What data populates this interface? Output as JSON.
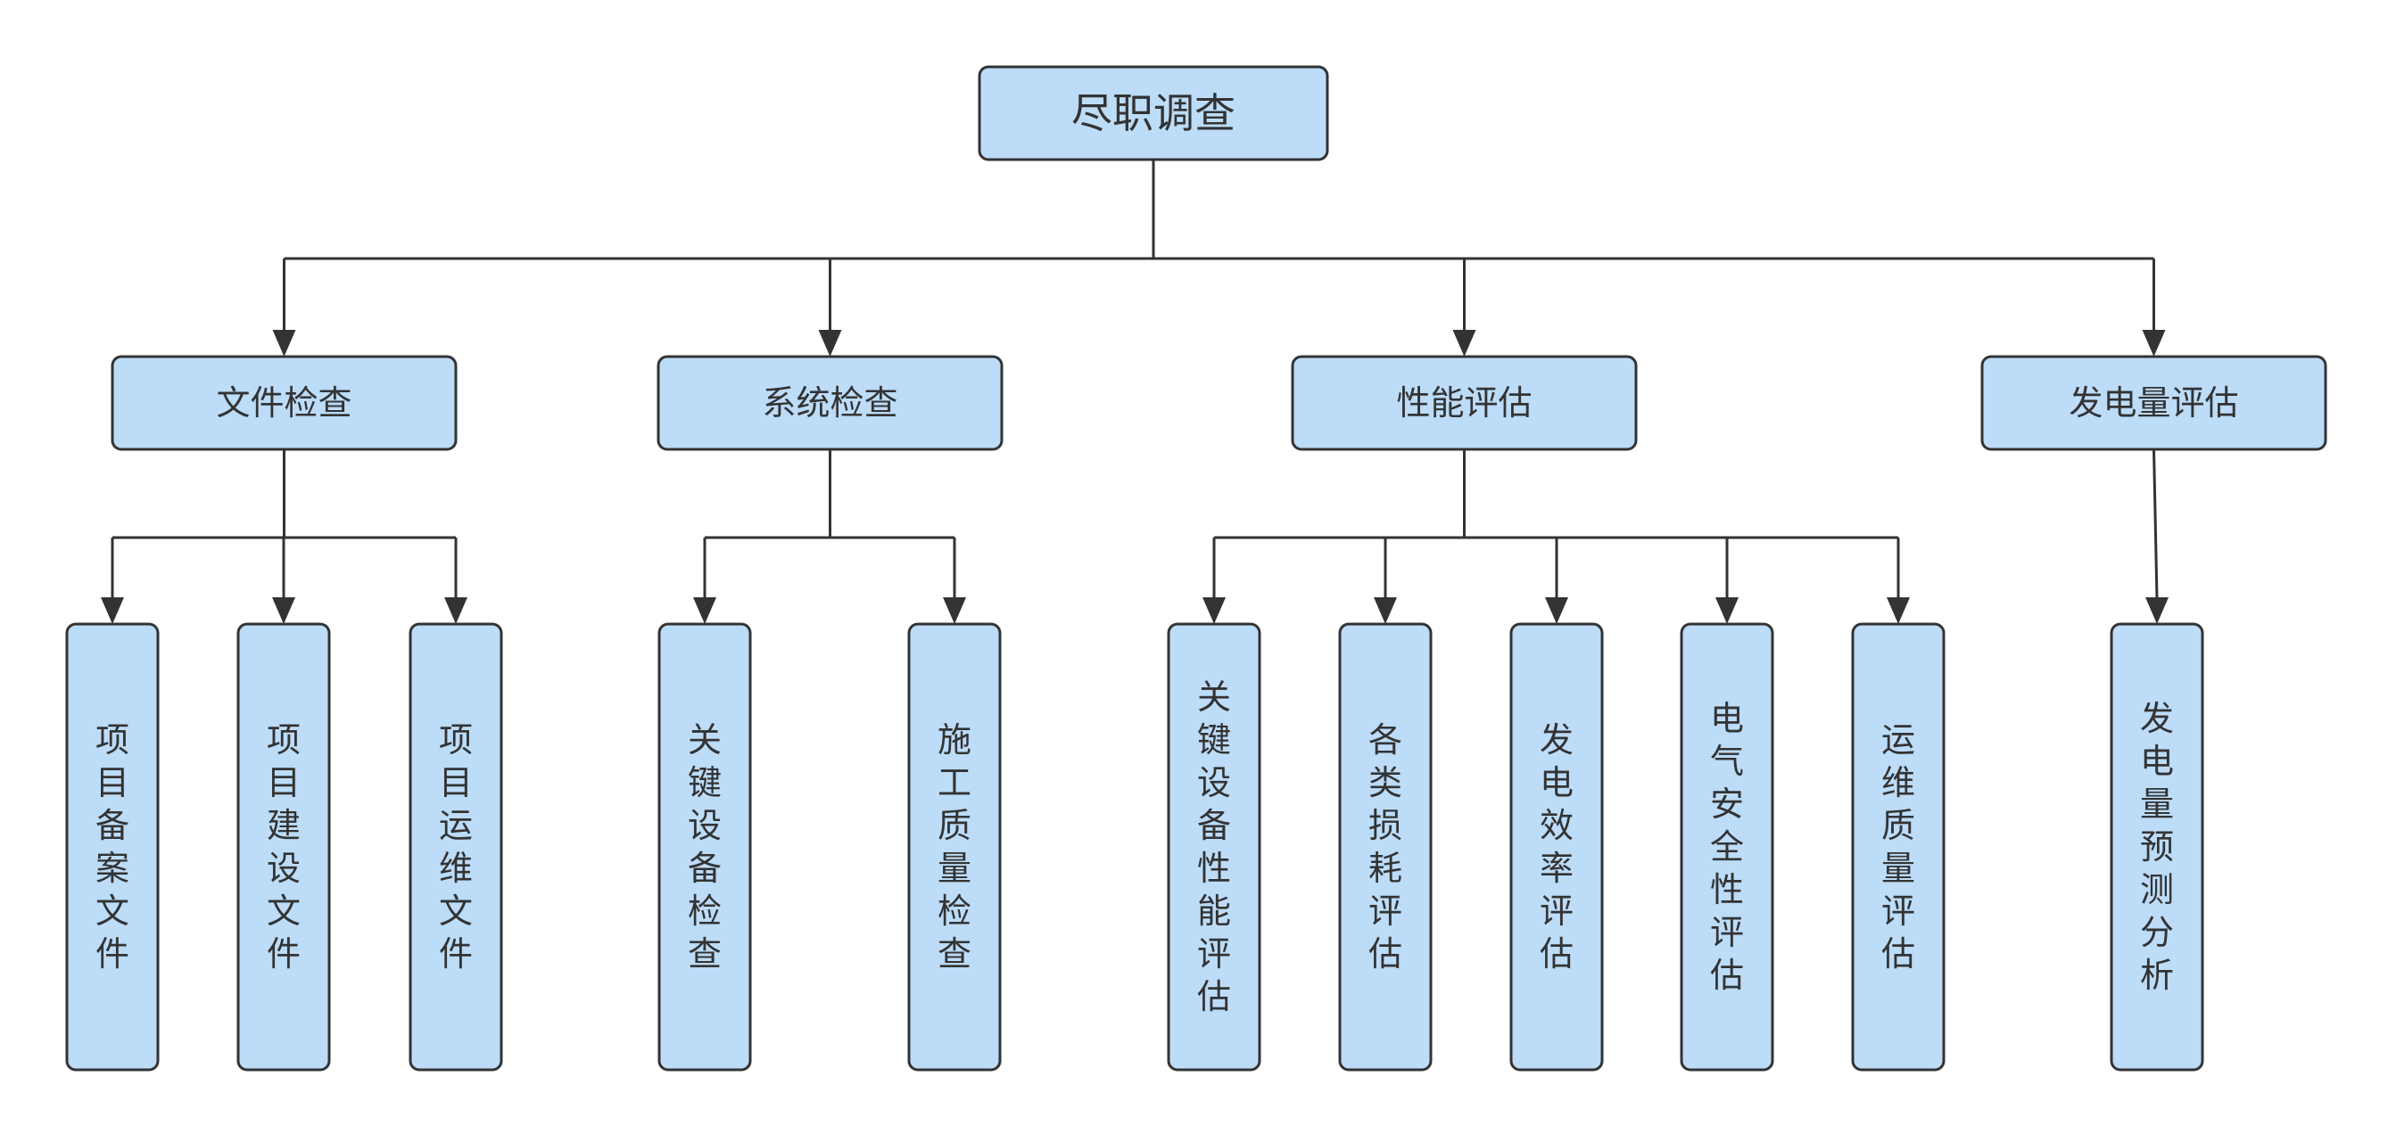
{
  "colors": {
    "node_fill": "#bcdcf8",
    "node_stroke": "#333333",
    "line": "#333333",
    "background": "#ffffff"
  },
  "root": {
    "id": "root",
    "label": "尽职调查"
  },
  "categories": [
    {
      "id": "doc-check",
      "label": "文件检查",
      "children": [
        {
          "id": "doc-1",
          "label": "项目备案文件"
        },
        {
          "id": "doc-2",
          "label": "项目建设文件"
        },
        {
          "id": "doc-3",
          "label": "项目运维文件"
        }
      ]
    },
    {
      "id": "sys-check",
      "label": "系统检查",
      "children": [
        {
          "id": "sys-1",
          "label": "关键设备检查"
        },
        {
          "id": "sys-2",
          "label": "施工质量检查"
        }
      ]
    },
    {
      "id": "perf-eval",
      "label": "性能评估",
      "children": [
        {
          "id": "perf-1",
          "label": "关键设备性能评估"
        },
        {
          "id": "perf-2",
          "label": "各类损耗评估"
        },
        {
          "id": "perf-3",
          "label": "发电效率评估"
        },
        {
          "id": "perf-4",
          "label": "电气安全性评估"
        },
        {
          "id": "perf-5",
          "label": "运维质量评估"
        }
      ]
    },
    {
      "id": "gen-eval",
      "label": "发电量评估",
      "children": [
        {
          "id": "gen-1",
          "label": "发电量预测分析"
        }
      ]
    }
  ]
}
